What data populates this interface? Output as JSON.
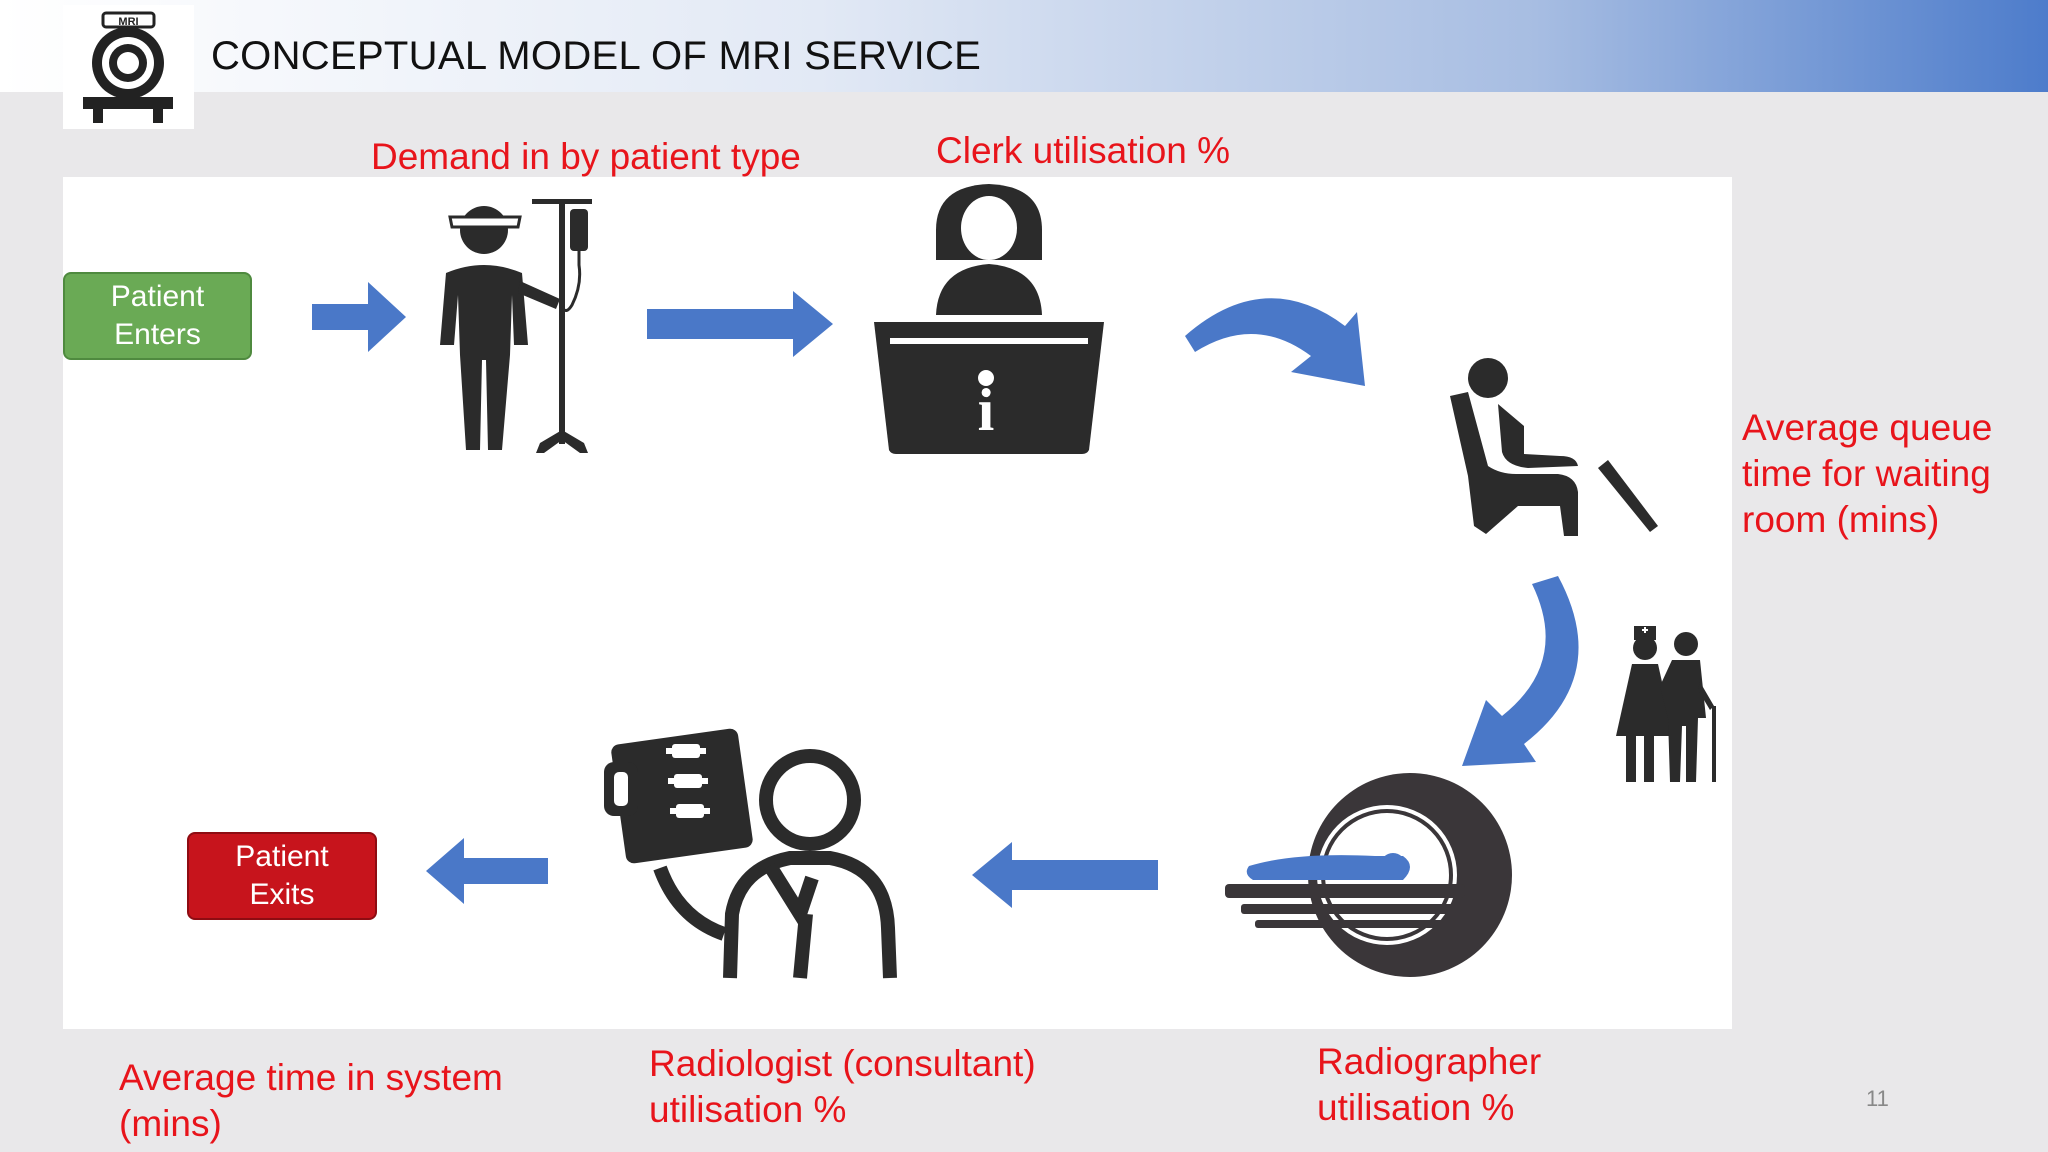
{
  "title": "CONCEPTUAL MODEL OF MRI SERVICE",
  "logo_text": "MRI",
  "nodes": {
    "enter_line1": "Patient",
    "enter_line2": "Enters",
    "exit_line1": "Patient",
    "exit_line2": "Exits",
    "info_glyph": "i"
  },
  "metrics": {
    "demand": "Demand in by patient type",
    "clerk": "Clerk utilisation %",
    "queue_line1": "Average queue",
    "queue_line2": "time for waiting",
    "queue_line3": "room (mins)",
    "radiographer_line1": "Radiographer",
    "radiographer_line2": "utilisation %",
    "radiologist_line1": "Radiologist (consultant)",
    "radiologist_line2": "utilisation %",
    "system_line1": "Average time in system",
    "system_line2": "(mins)"
  },
  "page_number": "11",
  "colors": {
    "arrow": "#4a78c8",
    "metric_text": "#e8141b",
    "enter": "#6aaa55",
    "exit": "#c7141c",
    "icon": "#2b2b2b"
  }
}
